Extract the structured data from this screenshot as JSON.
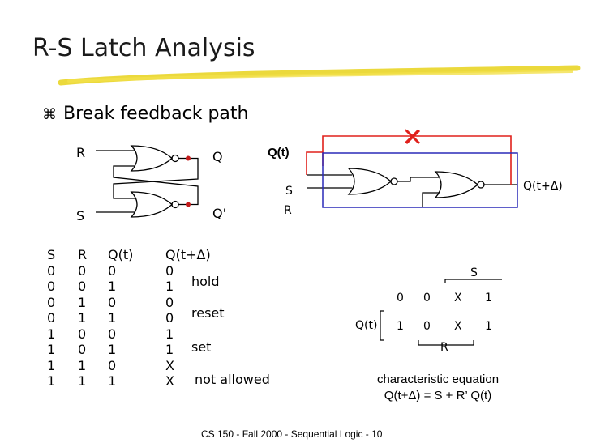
{
  "title": "R-S Latch Analysis",
  "bullet": "Break feedback path",
  "colors": {
    "feedback_red": "#e0211c",
    "box_blue": "#2a2ab8",
    "highlight_yellow": "#e8d21a",
    "output_dot": "#c21a1a"
  },
  "circuit": {
    "input_r": "R",
    "input_s": "S",
    "output_q": "Q",
    "output_qbar": "Q'",
    "feedback_label": "Q(t)",
    "box_s": "S",
    "box_r": "R",
    "box_out": "Q(t+Δ)"
  },
  "truth_table": {
    "headers": [
      "S",
      "R",
      "Q(t)",
      "Q(t+Δ)"
    ],
    "rows": [
      [
        "0",
        "0",
        "0",
        "0"
      ],
      [
        "0",
        "0",
        "1",
        "1"
      ],
      [
        "0",
        "1",
        "0",
        "0"
      ],
      [
        "0",
        "1",
        "1",
        "0"
      ],
      [
        "1",
        "0",
        "0",
        "1"
      ],
      [
        "1",
        "0",
        "1",
        "1"
      ],
      [
        "1",
        "1",
        "0",
        "X"
      ],
      [
        "1",
        "1",
        "1",
        "X"
      ]
    ],
    "annotations": [
      "hold",
      "reset",
      "set",
      "not allowed"
    ]
  },
  "kmap": {
    "top_label": "S",
    "side_label": "Q(t)",
    "bottom_label": "R",
    "rows": [
      [
        "0",
        "0",
        "X",
        "1"
      ],
      [
        "1",
        "0",
        "X",
        "1"
      ]
    ]
  },
  "equation": {
    "caption": "characteristic equation",
    "formula": "Q(t+Δ) = S + R’ Q(t)"
  },
  "footer": "CS 150 - Fall 2000 - Sequential Logic - 10"
}
